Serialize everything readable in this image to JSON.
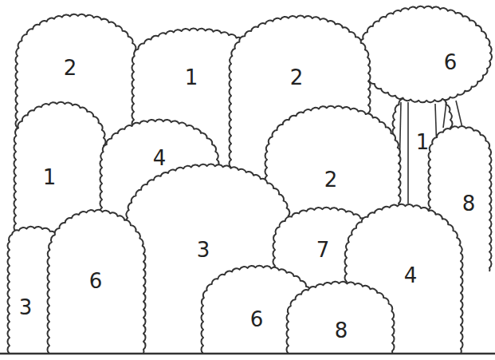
{
  "diagram": {
    "labels": [
      "6",
      "2",
      "1",
      "2",
      "1",
      "4",
      "1",
      "2",
      "8",
      "3",
      "7",
      "4",
      "6",
      "3",
      "6",
      "8"
    ]
  }
}
